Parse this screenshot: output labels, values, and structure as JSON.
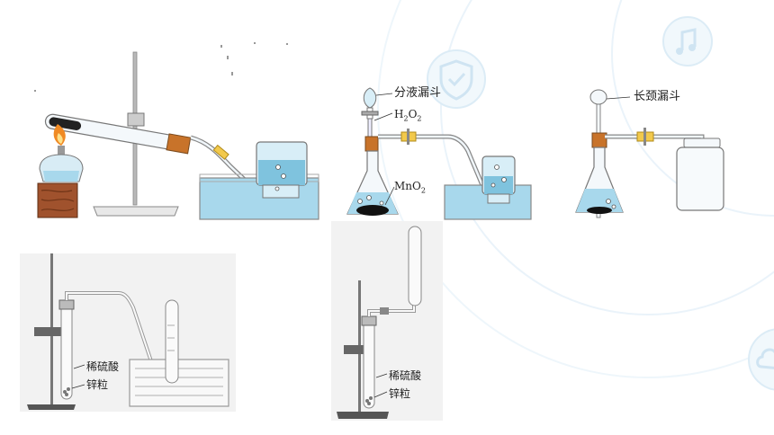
{
  "labels": {
    "separatory_funnel": "分液漏斗",
    "h2o2": {
      "main": "H",
      "sub1": "2",
      "mid": "O",
      "sub2": "2"
    },
    "mno2": {
      "main": "MnO",
      "sub": "2"
    },
    "long_neck_funnel": "长颈漏斗",
    "dilute_sulfuric_acid_1": "稀硫酸",
    "zinc_granules_1": "锌粒",
    "dilute_sulfuric_acid_2": "稀硫酸",
    "zinc_granules_2": "锌粒"
  },
  "colors": {
    "water": "#a8d8ec",
    "water_dark": "#7fc3de",
    "glass_stroke": "#8a8a8a",
    "wood": "#a0522d",
    "flame": "#f08a24",
    "stopper": "#c8732a",
    "bg_decor": "#e6f2fa",
    "photo_bg": "#f2f2f2"
  },
  "icons": [
    "shield-icon",
    "music-note-icon",
    "cloud-icon"
  ]
}
